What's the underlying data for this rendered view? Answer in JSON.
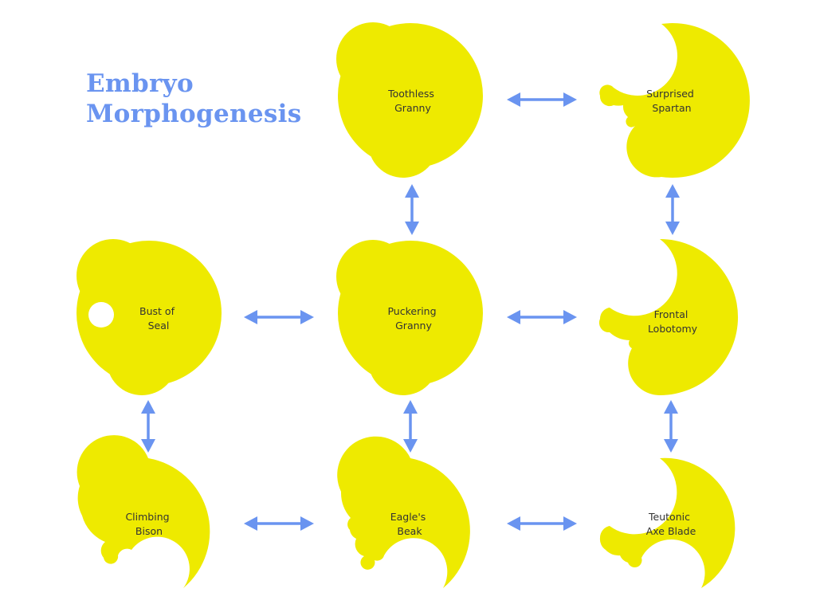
{
  "title": {
    "line1": "Embryo",
    "line2": "Morphogenesis"
  },
  "colors": {
    "title": "#6a94f0",
    "arrow": "#6a94f0",
    "blob": "#eeea00",
    "label": "#333333"
  },
  "nodes": [
    {
      "id": "toothless-granny",
      "line1": "Toothless",
      "line2": "Granny"
    },
    {
      "id": "surprised-spartan",
      "line1": "Surprised",
      "line2": "Spartan"
    },
    {
      "id": "bust-of-seal",
      "line1": "Bust of",
      "line2": "Seal"
    },
    {
      "id": "puckering-granny",
      "line1": "Puckering",
      "line2": "Granny"
    },
    {
      "id": "frontal-lobotomy",
      "line1": "Frontal",
      "line2": "Lobotomy"
    },
    {
      "id": "climbing-bison",
      "line1": "Climbing",
      "line2": "Bison"
    },
    {
      "id": "eagles-beak",
      "line1": "Eagle's",
      "line2": "Beak"
    },
    {
      "id": "teutonic-axe-blade",
      "line1": "Teutonic",
      "line2": "Axe Blade"
    }
  ],
  "edges": [
    {
      "from": "toothless-granny",
      "to": "surprised-spartan",
      "bidirectional": true
    },
    {
      "from": "toothless-granny",
      "to": "puckering-granny",
      "bidirectional": true
    },
    {
      "from": "surprised-spartan",
      "to": "frontal-lobotomy",
      "bidirectional": true
    },
    {
      "from": "bust-of-seal",
      "to": "puckering-granny",
      "bidirectional": true
    },
    {
      "from": "puckering-granny",
      "to": "frontal-lobotomy",
      "bidirectional": true
    },
    {
      "from": "bust-of-seal",
      "to": "climbing-bison",
      "bidirectional": true
    },
    {
      "from": "puckering-granny",
      "to": "eagles-beak",
      "bidirectional": true
    },
    {
      "from": "frontal-lobotomy",
      "to": "teutonic-axe-blade",
      "bidirectional": true
    },
    {
      "from": "climbing-bison",
      "to": "eagles-beak",
      "bidirectional": true
    },
    {
      "from": "eagles-beak",
      "to": "teutonic-axe-blade",
      "bidirectional": true
    }
  ]
}
